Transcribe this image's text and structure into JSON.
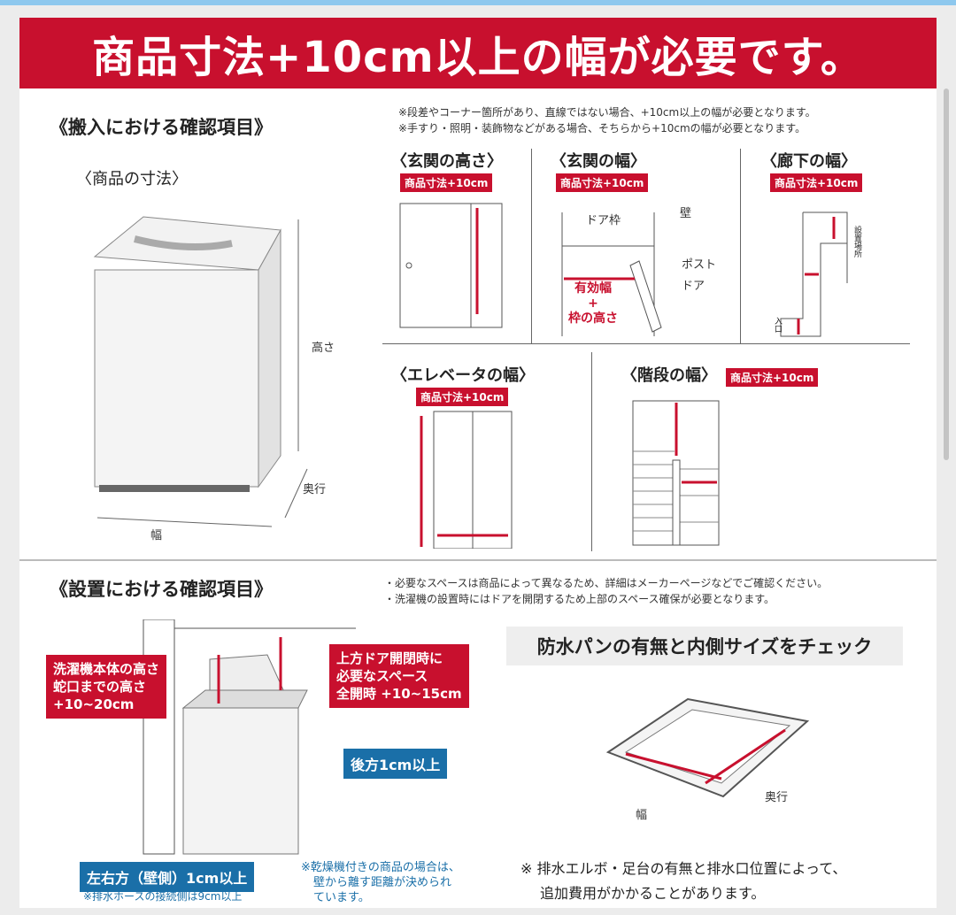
{
  "banner": {
    "title": "商品寸法+10cm以上の幅が必要です。"
  },
  "delivery": {
    "heading": "《搬入における確認項目》",
    "product_size_heading": "〈商品の寸法〉",
    "dim_labels": {
      "height": "高さ",
      "depth": "奥行",
      "width": "幅"
    },
    "notes": [
      "※段差やコーナー箇所があり、直線ではない場合、+10cm以上の幅が必要となります。",
      "※手すり・照明・装飾物などがある場合、そちらから+10cmの幅が必要となります。"
    ],
    "checks": [
      {
        "title": "〈玄関の高さ〉",
        "tag": "商品寸法+10cm"
      },
      {
        "title": "〈玄関の幅〉",
        "tag": "商品寸法+10cm",
        "labels": {
          "frame": "ドア枠",
          "wall": "壁",
          "post": "ポスト",
          "door": "ドア",
          "effective": "有効幅",
          "plus": "+",
          "frame_height": "枠の高さ"
        }
      },
      {
        "title": "〈廊下の幅〉",
        "tag": "商品寸法+10cm",
        "labels": {
          "place": "設置場所",
          "entrance": "入口"
        }
      },
      {
        "title": "〈エレベータの幅〉",
        "tag": "商品寸法+10cm"
      },
      {
        "title": "〈階段の幅〉",
        "tag": "商品寸法+10cm"
      }
    ]
  },
  "install": {
    "heading": "《設置における確認項目》",
    "notes": [
      "・必要なスペースは商品によって異なるため、詳細はメーカーページなどでご確認ください。",
      "・洗濯機の設置時にはドアを開閉するため上部のスペース確保が必要となります。"
    ],
    "callout_height": [
      "洗濯機本体の高さ",
      "蛇口までの高さ",
      "+10~20cm"
    ],
    "callout_top": [
      "上方ドア開閉時に",
      "必要なスペース",
      "全開時 +10~15cm"
    ],
    "callout_back": "後方1cm以上",
    "callout_side": "左右方（壁側）1cm以上",
    "side_note": "※排水ホースの接続側は9cm以上",
    "dryer_note": [
      "※乾燥機付きの商品の場合は、",
      "壁から離す距離が決められ",
      "ています。"
    ],
    "pan_heading": "防水パンの有無と内側サイズをチェック",
    "pan_labels": {
      "width": "幅",
      "depth": "奥行"
    },
    "pan_note": [
      "※ 排水エルボ・足台の有無と排水口位置によって、",
      "追加費用がかかることがあります。"
    ]
  },
  "colors": {
    "brand_red": "#c8102e",
    "blue": "#1a6fa8"
  }
}
